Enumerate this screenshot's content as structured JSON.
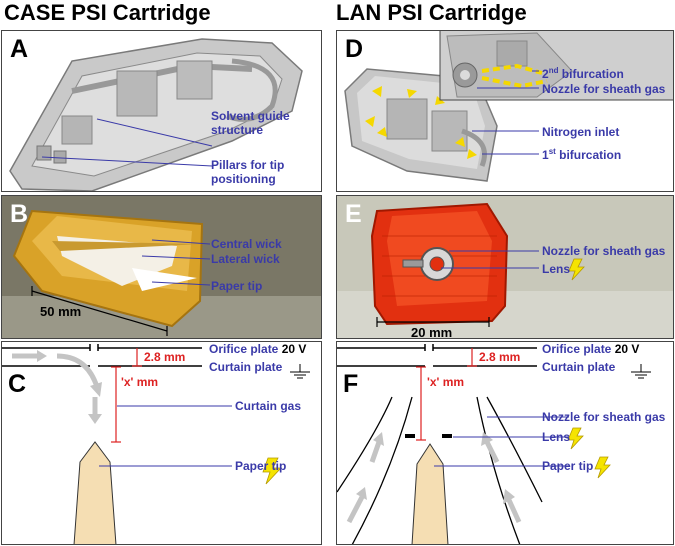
{
  "titles": {
    "left": "CASE PSI Cartridge",
    "right": "LAN PSI Cartridge"
  },
  "panels": {
    "A": "A",
    "B": "B",
    "C": "C",
    "D": "D",
    "E": "E",
    "F": "F"
  },
  "annotations": {
    "a_solvent_guide": "Solvent guide structure",
    "a_pillars": "Pillars for tip positioning",
    "b_central_wick": "Central wick",
    "b_lateral_wick": "Lateral wick",
    "b_paper_tip": "Paper tip",
    "b_scale": "50 mm",
    "d_bifurcation2_sup": "nd",
    "d_bifurcation2_num": "2",
    "d_bifurcation2_text": " bifurcation",
    "d_nozzle": "Nozzle for sheath gas",
    "d_nitrogen": "Nitrogen inlet",
    "d_bifurcation1_num": "1",
    "d_bifurcation1_sup": "st",
    "d_bifurcation1_text": " bifurcation",
    "e_nozzle": "Nozzle for sheath gas",
    "e_lens": "Lens",
    "e_scale": "20 mm",
    "c_orifice": "Orifice plate",
    "c_voltage": "20 V",
    "c_curtain_plate": "Curtain plate",
    "c_gap": "2.8 mm",
    "c_xmm": "'x' mm",
    "c_curtain_gas": "Curtain gas",
    "c_paper_tip": "Paper tip",
    "f_orifice": "Orifice plate",
    "f_voltage": "20 V",
    "f_curtain_plate": "Curtain plate",
    "f_gap": "2.8 mm",
    "f_xmm": "'x' mm",
    "f_nozzle": "Nozzle for sheath gas",
    "f_lens": "Lens",
    "f_paper_tip": "Paper tip"
  },
  "colors": {
    "label_blue": "#3a3aa8",
    "dimension_red": "#dd2222",
    "paper_tip_fill": "#f5deb3",
    "lightning_yellow": "#f5e400",
    "cartridge_orange": "#e8a020",
    "lan_red": "#e23010"
  },
  "icons": [
    "lightning-icon",
    "ground-symbol-icon",
    "arrow-icon"
  ]
}
